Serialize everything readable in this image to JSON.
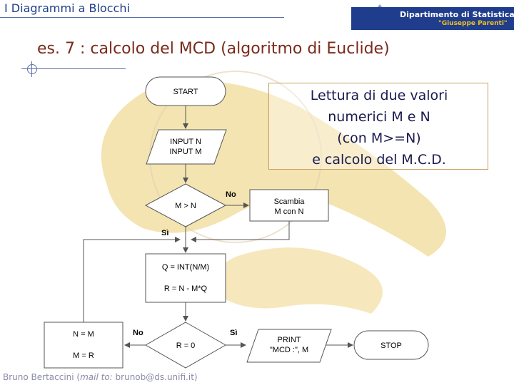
{
  "header": {
    "title": "I Diagrammi a Blocchi",
    "logo_department": "Dipartimento di Statistica",
    "logo_name": "\"Giuseppe Parenti\""
  },
  "slide": {
    "title": "es. 7 : calcolo del MCD (algoritmo di Euclide)",
    "description": [
      "Lettura di due valori",
      "numerici M e N",
      "(con M>=N)",
      "e calcolo del M.C.D."
    ]
  },
  "flowchart": {
    "start": "START",
    "input": [
      "INPUT N",
      "INPUT M"
    ],
    "cond1": "M > N",
    "cond1_no": "No",
    "cond1_yes": "Sì",
    "swap": [
      "Scambia",
      "M con N"
    ],
    "compute": [
      "Q = INT(N/M)",
      "R = N - M*Q"
    ],
    "cond2": "R = 0",
    "cond2_no": "No",
    "cond2_yes": "Sì",
    "assign": [
      "N = M",
      "M = R"
    ],
    "print": [
      "PRINT",
      "\"MCD :\", M"
    ],
    "stop": "STOP"
  },
  "footer": {
    "author": "Bruno Bertaccini (",
    "mail_label": "mail to:",
    "email": " brunob@ds.unifi.it)"
  },
  "colors": {
    "background_decor": "#f0d890",
    "shape_stroke": "#555555",
    "title": "#7a2a1a",
    "header": "#1f3d8c"
  }
}
